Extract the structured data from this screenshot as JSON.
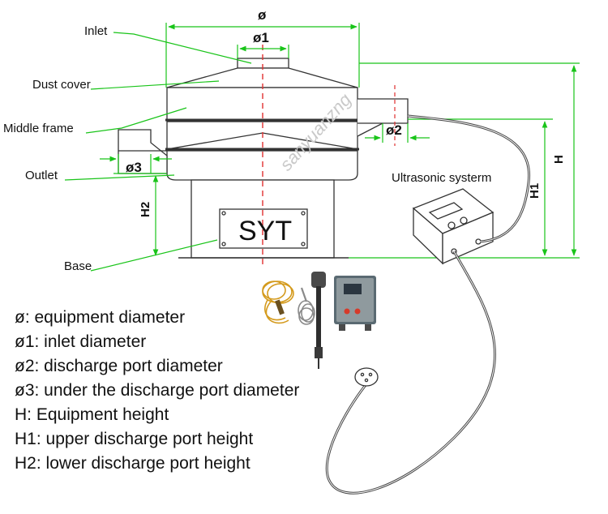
{
  "callouts": {
    "inlet": "Inlet",
    "dust_cover": "Dust cover",
    "middle_frame": "Middle frame",
    "outlet": "Outlet",
    "base": "Base",
    "ultrasonic": "Ultrasonic systerm"
  },
  "dimensions": {
    "phi": "ø",
    "phi1": "ø1",
    "phi2": "ø2",
    "phi3": "ø3",
    "H": "H",
    "H1": "H1",
    "H2": "H2"
  },
  "brand_plate": "SYT",
  "watermark": "sanyuanzng",
  "legend": [
    {
      "symbol": "ø",
      "text": ": equipment diameter"
    },
    {
      "symbol": "ø1",
      "text": ": inlet diameter"
    },
    {
      "symbol": "ø2",
      "text": ": discharge port diameter"
    },
    {
      "symbol": "ø3",
      "text": ": under the discharge port diameter"
    },
    {
      "symbol": "H",
      "text": ": Equipment height"
    },
    {
      "symbol": "H1",
      "text": ": upper discharge port height"
    },
    {
      "symbol": "H2",
      "text": ": lower discharge port height"
    }
  ],
  "colors": {
    "dimension_line": "#19c419",
    "center_line": "#e03030",
    "outline": "#333333",
    "device_body": "#8f9a9e",
    "device_panel": "#5a6a72",
    "cable_gold": "#d49a1c",
    "watermark": "#c9c9c9"
  }
}
